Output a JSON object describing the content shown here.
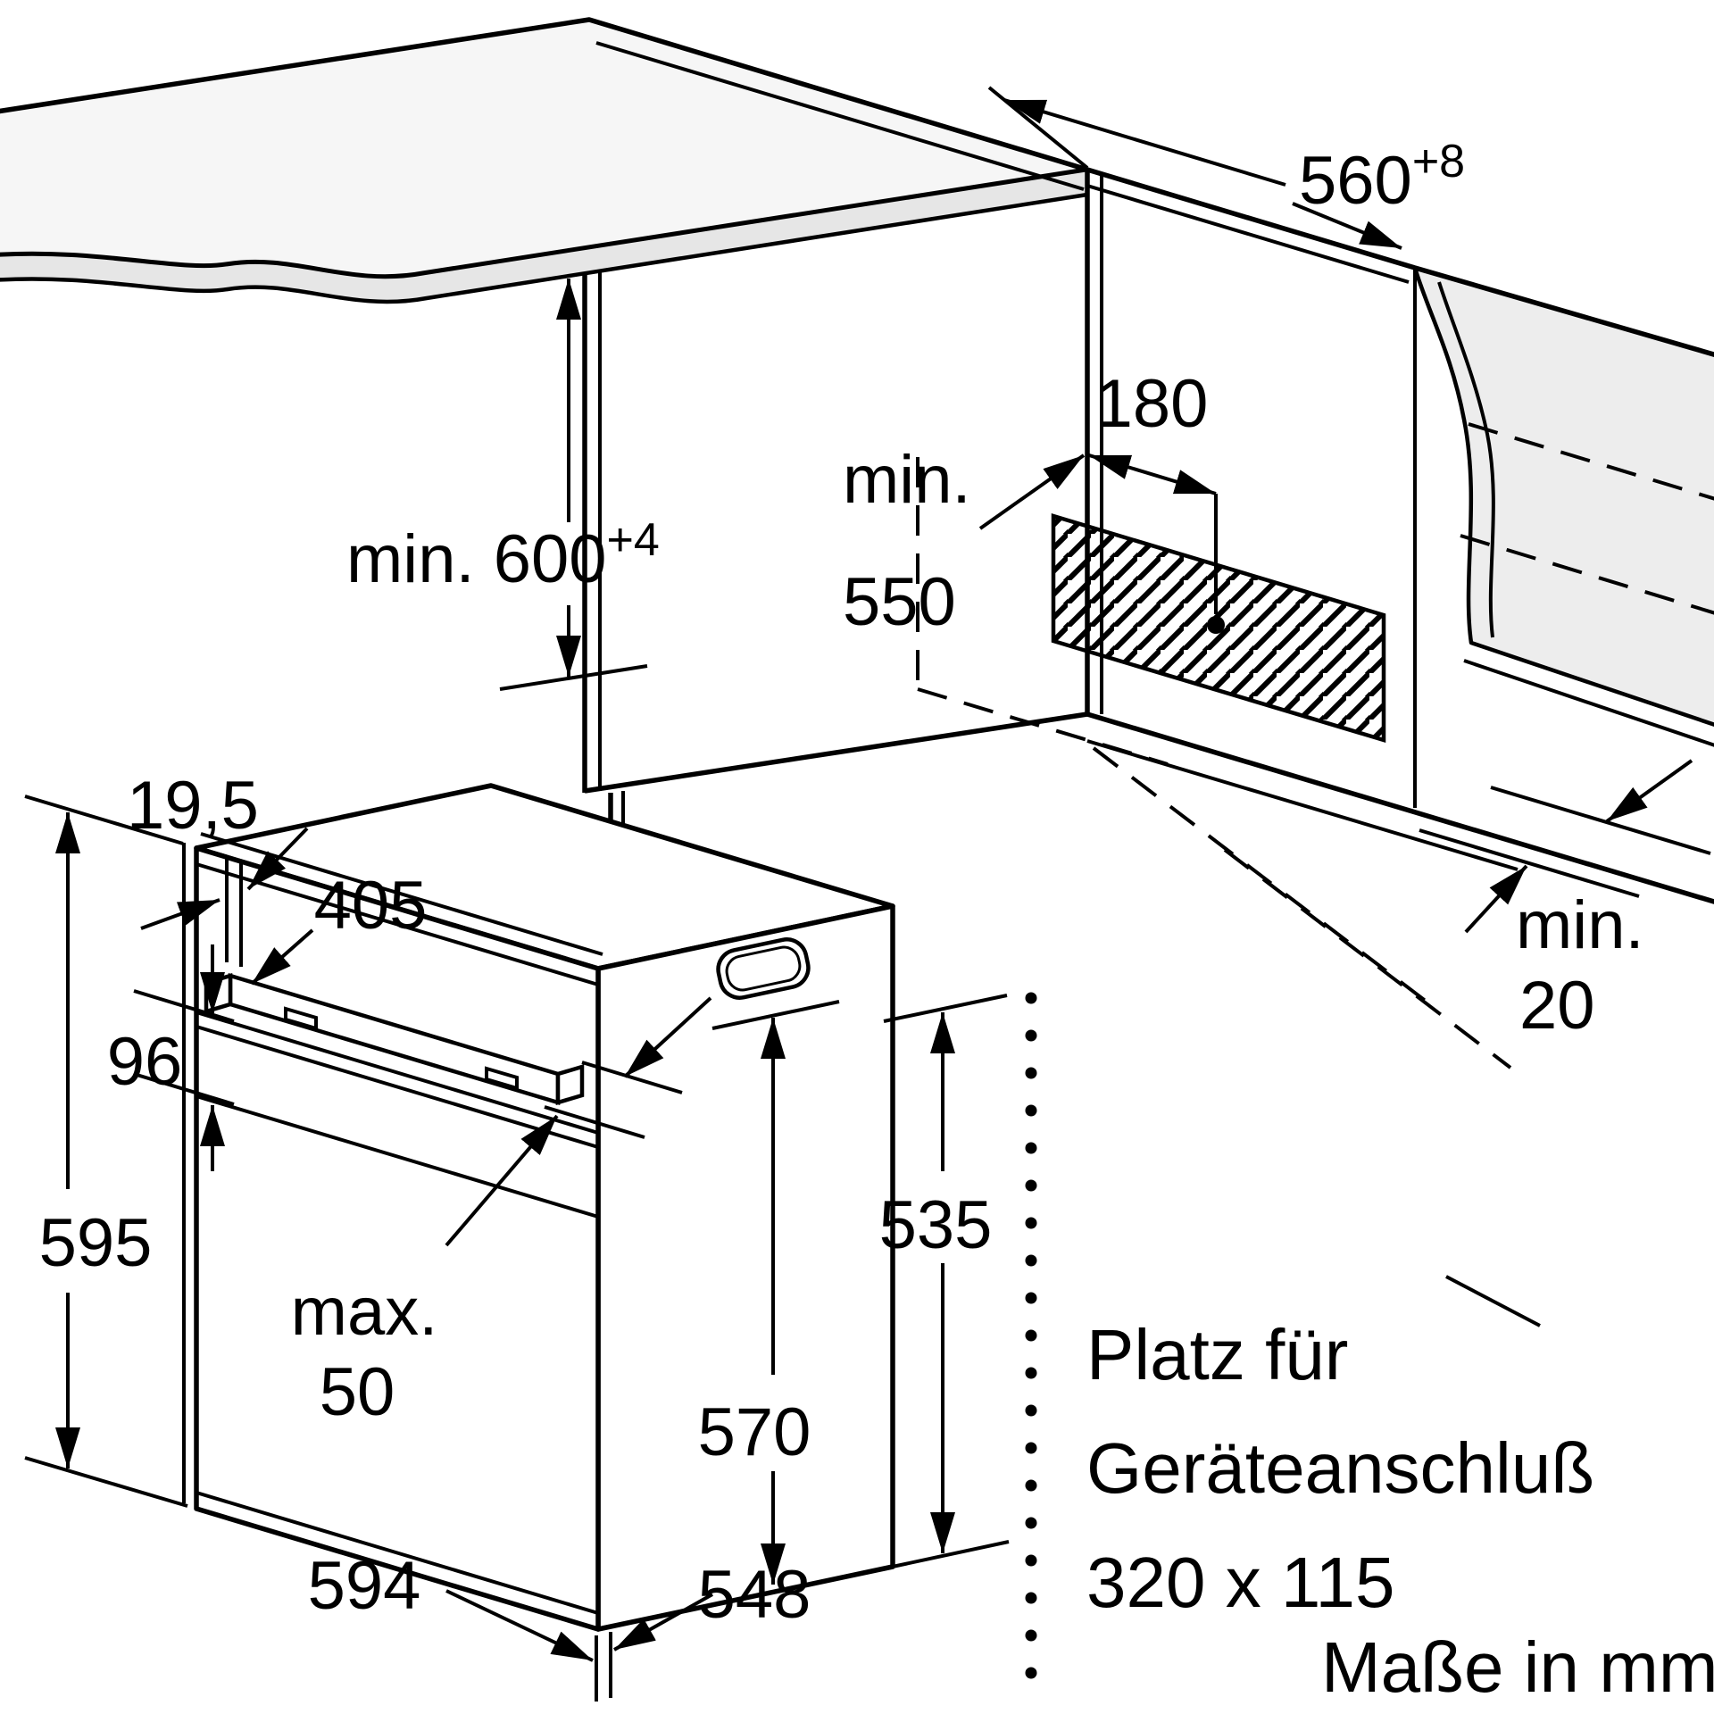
{
  "diagram": {
    "dims": {
      "nicheWidth": {
        "base": "560",
        "sup": "+8"
      },
      "rearOffset": "180",
      "nicheDepth": [
        "min.",
        "550"
      ],
      "nicheHeight": {
        "base": "min. 600",
        "sup": "+4"
      },
      "rearGap": [
        "min.",
        "20"
      ],
      "doorThickness": "19,5",
      "topDepth": "405",
      "panelHeight": "96",
      "ovenHeight": "595",
      "handleMax": [
        "max.",
        "50"
      ],
      "bodyHeight": "570",
      "sideHeight": "535",
      "ovenWidth": "594",
      "bodyDepth": "548"
    },
    "notes": {
      "connection": [
        "Platz für",
        "Geräteanschluß",
        "320 x 115"
      ],
      "units": "Maße in mm"
    },
    "colors": {
      "line": "#000000",
      "counterTop": "#f6f6f6",
      "counterEdge": "#e6e6e6",
      "wallSection": "#ededed",
      "background": "#ffffff"
    }
  }
}
